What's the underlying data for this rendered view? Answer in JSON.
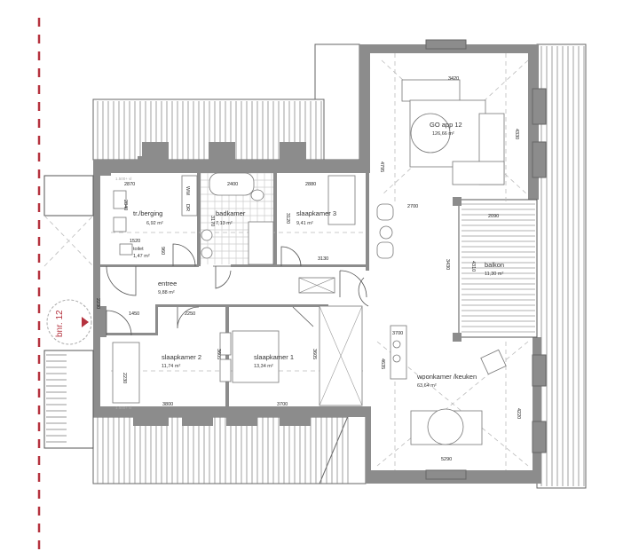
{
  "plan": {
    "house_number_label": "bnr. 12",
    "accent_color": "#b5333f",
    "wall_color": "#8c8c8c",
    "rooms": [
      {
        "name": "tr./berging",
        "area": "6,92 m²"
      },
      {
        "name": "badkamer",
        "area": "7,13 m²"
      },
      {
        "name": "slaapkamer 3",
        "area": "9,41 m²"
      },
      {
        "name": "toilet",
        "area": "1,47 m²"
      },
      {
        "name": "entree",
        "area": "9,88 m²"
      },
      {
        "name": "slaapkamer 2",
        "area": "11,74 m²"
      },
      {
        "name": "slaapkamer 1",
        "area": "13,34 m²"
      },
      {
        "name": "GO app 12",
        "area": "126,66 m²"
      },
      {
        "name": "balkon",
        "area": "11,30 m²"
      },
      {
        "name": "woonkamer /keuken",
        "area": "63,64 m²"
      }
    ],
    "fixtures": {
      "washer": "WM",
      "dryer": "DR"
    },
    "level_marker": "1.500+ vl",
    "dimensions": [
      "2870",
      "2400",
      "2880",
      "2840",
      "1520",
      "960",
      "3170",
      "3120",
      "3130",
      "2230",
      "1450",
      "2250",
      "3605",
      "3605",
      "2230",
      "3800",
      "3700",
      "3420",
      "4330",
      "4795",
      "2700",
      "2090",
      "3430",
      "4310",
      "3700",
      "4635",
      "4220",
      "5290"
    ]
  }
}
